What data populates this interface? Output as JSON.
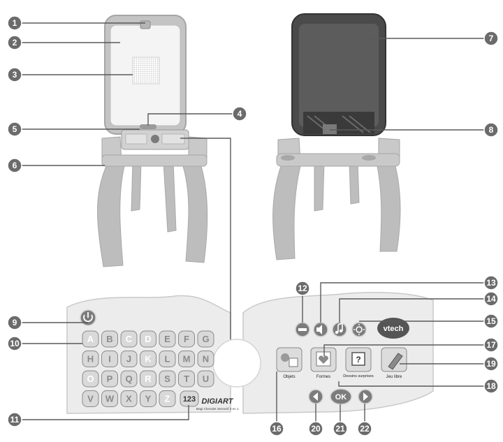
{
  "callouts": [
    "1",
    "2",
    "3",
    "4",
    "5",
    "6",
    "7",
    "8",
    "9",
    "10",
    "11",
    "12",
    "13",
    "14",
    "15",
    "16",
    "17",
    "18",
    "19",
    "20",
    "21",
    "22"
  ],
  "keyboard": {
    "row1": [
      "A",
      "B",
      "C",
      "D",
      "E",
      "F",
      "G"
    ],
    "row2": [
      "H",
      "I",
      "J",
      "K",
      "L",
      "M",
      "N"
    ],
    "row3": [
      "O",
      "P",
      "Q",
      "R",
      "S",
      "T",
      "U"
    ],
    "row4": [
      "V",
      "W",
      "X",
      "Y",
      "Z"
    ],
    "numbers_key": "123"
  },
  "mode_buttons": [
    "Objets",
    "Formes",
    "Dessins surprises",
    "Jeu libre"
  ],
  "nav_buttons": {
    "ok": "OK"
  },
  "brand": {
    "vtech": "vtech",
    "product": "DIGIART",
    "tagline": "Magi Chevalet interactif 3 en 1"
  },
  "colors": {
    "callout": "#6b6b6b",
    "easel": "#bdbdbd",
    "board": "#555555",
    "vtech_logo": "#555555"
  }
}
